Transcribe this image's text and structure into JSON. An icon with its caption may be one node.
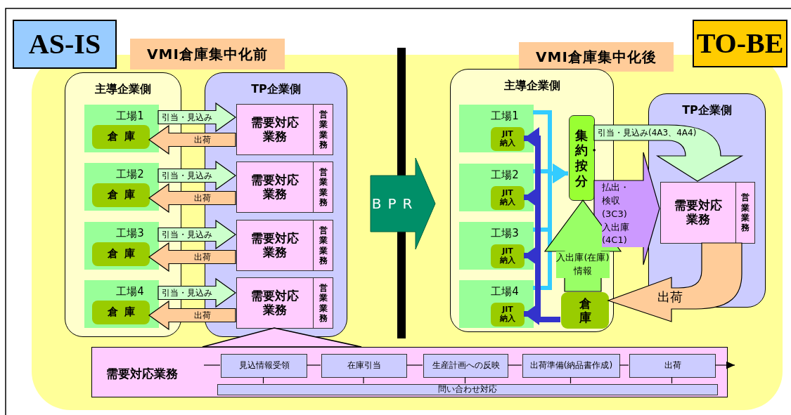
{
  "diagram": {
    "nodes": [
      {
        "text": [
          "AS-IS"
        ]
      },
      {
        "text": [
          "VMI倉庫集中化前"
        ]
      },
      {
        "text": [
          "主導企業側"
        ]
      },
      {
        "text": [
          "工場1"
        ],
        "in": 2
      },
      {
        "text": [
          "倉庫"
        ],
        "in": 3
      },
      {
        "text": [
          "工場2"
        ],
        "in": 2
      },
      {
        "text": [
          "倉庫"
        ],
        "in": 5
      },
      {
        "text": [
          "工場3"
        ],
        "in": 2
      },
      {
        "text": [
          "倉庫"
        ],
        "in": 7
      },
      {
        "text": [
          "工場4"
        ],
        "in": 2
      },
      {
        "text": [
          "倉庫"
        ],
        "in": 9
      },
      {
        "text": [
          "TP企業側"
        ]
      },
      {
        "text": [
          "需要対応業務"
        ],
        "in": 11
      },
      {
        "text": [
          "営業業務"
        ],
        "in": 11
      },
      {
        "text": [
          "需要対応業務"
        ],
        "in": 11
      },
      {
        "text": [
          "営業業務"
        ],
        "in": 11
      },
      {
        "text": [
          "需要対応業務"
        ],
        "in": 11
      },
      {
        "text": [
          "営業業務"
        ],
        "in": 11
      },
      {
        "text": [
          "需要対応業務"
        ],
        "in": 11
      },
      {
        "text": [
          "営業業務"
        ],
        "in": 11
      },
      {
        "text": [
          "BPR"
        ]
      },
      {
        "text": [
          "VMI倉庫集中化後"
        ]
      },
      {
        "text": [
          "TO-BE"
        ]
      },
      {
        "text": [
          "主導企業側"
        ]
      },
      {
        "text": [
          "工場1"
        ],
        "in": 23
      },
      {
        "text": [
          "JIT納入"
        ],
        "in": 24
      },
      {
        "text": [
          "工場2"
        ],
        "in": 23
      },
      {
        "text": [
          "JIT納入"
        ],
        "in": 26
      },
      {
        "text": [
          "工場3"
        ],
        "in": 23
      },
      {
        "text": [
          "JIT納入"
        ],
        "in": 28
      },
      {
        "text": [
          "工場4"
        ],
        "in": 23
      },
      {
        "text": [
          "JIT納入"
        ],
        "in": 30
      },
      {
        "text": [
          "集約・按分"
        ],
        "in": 23
      },
      {
        "text": [
          "倉庫"
        ],
        "in": 23
      },
      {
        "text": [
          "TP企業側"
        ]
      },
      {
        "text": [
          "需要対応業務"
        ],
        "in": 34
      },
      {
        "text": [
          "営業業務"
        ],
        "in": 34
      },
      {
        "text": [
          "需要対応業務"
        ]
      },
      {
        "text": [
          "見込情報受領"
        ],
        "in": 37
      },
      {
        "text": [
          "在庫引当"
        ],
        "in": 37
      },
      {
        "text": [
          "生産計画への反映"
        ],
        "in": 37
      },
      {
        "text": [
          "出荷準備(納品書作成)"
        ],
        "in": 37
      },
      {
        "text": [
          "出荷"
        ],
        "in": 37
      },
      {
        "text": [
          "問い合わせ対応"
        ],
        "in": 37
      }
    ],
    "edges": [
      {
        "from": 3,
        "to": 12,
        "arrow": "to",
        "label": "引当・見込み",
        "style": "thick",
        "color": "#ccffcc"
      },
      {
        "from": 12,
        "to": 4,
        "arrow": "to",
        "label": "出荷",
        "style": "thick",
        "color": "#ffcc99"
      },
      {
        "from": 5,
        "to": 14,
        "arrow": "to",
        "label": "引当・見込み",
        "style": "thick",
        "color": "#ccffcc"
      },
      {
        "from": 14,
        "to": 6,
        "arrow": "to",
        "label": "出荷",
        "style": "thick",
        "color": "#ffcc99"
      },
      {
        "from": 7,
        "to": 16,
        "arrow": "to",
        "label": "引当・見込み",
        "style": "thick",
        "color": "#ccffcc"
      },
      {
        "from": 16,
        "to": 8,
        "arrow": "to",
        "label": "出荷",
        "style": "thick",
        "color": "#ffcc99"
      },
      {
        "from": 9,
        "to": 18,
        "arrow": "to",
        "label": "引当・見込み",
        "style": "thick",
        "color": "#ccffcc"
      },
      {
        "from": 18,
        "to": 10,
        "arrow": "to",
        "label": "出荷",
        "style": "thick",
        "color": "#ffcc99"
      },
      {
        "from": 24,
        "to": 32,
        "arrow": "to",
        "style": "thick",
        "color": "#33ccff"
      },
      {
        "from": 26,
        "to": 32,
        "arrow": "to",
        "style": "thick",
        "color": "#33ccff"
      },
      {
        "from": 28,
        "to": 32,
        "arrow": "to",
        "style": "thick",
        "color": "#33ccff"
      },
      {
        "from": 30,
        "to": 32,
        "arrow": "to",
        "style": "thick",
        "color": "#33ccff"
      },
      {
        "from": 33,
        "to": 25,
        "arrow": "to",
        "style": "thick",
        "color": "#3333cc"
      },
      {
        "from": 33,
        "to": 27,
        "arrow": "to",
        "style": "thick",
        "color": "#3333cc"
      },
      {
        "from": 33,
        "to": 29,
        "arrow": "to",
        "style": "thick",
        "color": "#3333cc"
      },
      {
        "from": 33,
        "to": 31,
        "arrow": "to",
        "style": "thick",
        "color": "#3333cc"
      },
      {
        "from": 32,
        "to": 35,
        "arrow": "to",
        "label": "引当・見込み(4A3、4A4)",
        "style": "thick",
        "color": "#ccffcc"
      },
      {
        "from": 32,
        "to": 35,
        "arrow": "to",
        "label": "払出・検収(3C3)入出庫(4C1)",
        "style": "thick",
        "color": "#cc99ff"
      },
      {
        "from": 33,
        "to": 32,
        "arrow": "to",
        "label": "入出庫(在庫)情報",
        "style": "thick",
        "color": "#99ff66"
      },
      {
        "from": 35,
        "to": 33,
        "arrow": "to",
        "label": "出荷",
        "style": "thick",
        "color": "#ffcc99"
      },
      {
        "from": 18,
        "to": 37,
        "arrow": "none"
      },
      {
        "from": null,
        "to": 38,
        "arrow": "none"
      },
      {
        "from": 38,
        "to": 39,
        "arrow": "none"
      },
      {
        "from": 39,
        "to": 40,
        "arrow": "none"
      },
      {
        "from": 40,
        "to": 41,
        "arrow": "none"
      },
      {
        "from": 41,
        "to": 42,
        "arrow": "none"
      },
      {
        "from": 42,
        "to": null,
        "arrow": "to"
      },
      {
        "from": 38,
        "to": 43,
        "arrow": "none"
      },
      {
        "from": 39,
        "to": 43,
        "arrow": "none"
      },
      {
        "from": 40,
        "to": 43,
        "arrow": "none"
      },
      {
        "from": 41,
        "to": 43,
        "arrow": "none"
      },
      {
        "from": 42,
        "to": 43,
        "arrow": "none"
      }
    ]
  }
}
